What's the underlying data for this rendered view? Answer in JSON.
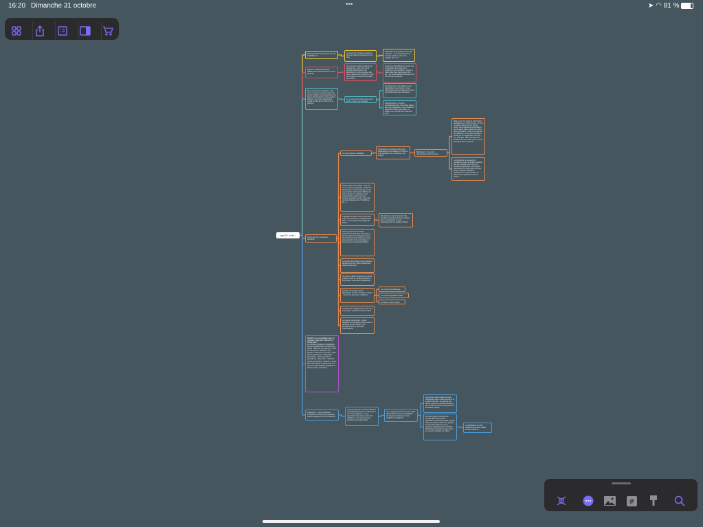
{
  "status_bar": {
    "time": "16:20",
    "date": "Dimanche 31 octobre",
    "battery": "81 %",
    "dots": "•••"
  },
  "colors": {
    "yellow": "#e4bd34",
    "red": "#df4e5c",
    "teal": "#4fb4c0",
    "orange": "#e8894c",
    "purple": "#b455cf",
    "blue": "#4a9bd8",
    "accent": "#7b6cf6"
  },
  "toolbar": {
    "icons": [
      "grid-icon",
      "share-icon",
      "outline-icon",
      "sidebar-icon",
      "cart-icon"
    ]
  },
  "bottom_toolbar": {
    "icons": [
      "focus-icon",
      "more-icon",
      "image-icon",
      "tag-icon",
      "style-brush-icon",
      "search-icon"
    ]
  },
  "map": {
    "root": "ipadOS : enfin !",
    "y1": "Enfin ipadOS a été annoncé lors de la WWDC 19",
    "y2": "Je l'avais dit à plusieurs reprises dans le podcast mais aussi sur le blog",
    "y3": "J'attendais énormément d'une telle annonce... et je craindrai qu'il ne soit pas adopté à plus de la majorité de 6 ans",
    "r1": "Apple se décide enfin à bien différencier l'OS de l'iPhone et l'OS de l'iPad",
    "r2": "Comme je le répète quasiment à chaque fois : pour moi, qui ai déchiré l'abandonner mon MacBook il y a plus de deux ans pour n'utiliser qu'un iPad Pro, pour ma création et ma consommation de contenu",
    "r3": "L'annonce d'ipadOS et de toutes ses nouveautés vont clairement améliorer notre quotidien ; même si j'étais déjà bien équipé avec iOS 12... les nouveautés annoncées sont très bonnes à prendre",
    "t1": "Pour commencer, l'interface a été revue et sur la première page vous pourrez afficher un bureau large, les icônes d'applications mais aussi les widgets ( qui avant apparaissait quand on glissait un doigt vers la gauche)",
    "t2": "Ce nouvel peut-il être perçu grand écran ; mais il y a des deux avantages",
    "t3": "Premièrement : les widgets seront disponibles tout le temps : et les informations qu'ils contiennent seront disponibles bien plus facilement",
    "t4": "Deuxièmement, je trouve qu'esthétiquement, les icônes étaient bien trop espacées, ce qui rendait les pages de l'iPad plutôt vides. La design s'en voit que bien mieux au final",
    "o_main": "Quels sont les nouveautés d'ipadOS",
    "o1": "Un tout nouveau multitâche",
    "o1a": "Auparavant on pouvait mettre deux applications en simultané sur l'iPad et une application en « flottante » par dessus",
    "o1b": "Maintenant : deux gros changements interviennent",
    "o1c": "Déjà on pourra toujours mettre deux applications en même temps. Si vous ne saviez déjà pour l'on pourra mettre deux applications identiques sur le même page ( deux fois notes, deux fois safari...) dans les mains de la multitâche. On va avoir plusieurs prises par une application ouverte, etc. Exemple : aller chercher deux fenêtres de notes dans une vue pour les copier dans une autre.",
    "o1d": "La Deuxième nouveauté de multitâche touche la fenêtre flottante que l'on pouvait mettre comme troisième application ; elle intègre maintenant un mode Split View qui permet d'afficher plusieurs applications en mode flottant et passer très rapidement d'une à l'autre !",
    "o2": "Autres petite nouveautés : mais qui on n'a toujours pas Safari : Safari sur Ipad passe en mode desktop, ce qui va permettre enfin sites d'afficher les sites comme sur ordinateur mais aussi d'utiliser pleinement des services avancés en web des outils en ligne (Google docs, WordPress etc...)",
    "o3": "L'application fichier a été revue pour enfin votre prendre en charge iCloud Drive : ce qui permettra partage de fichier",
    "o3a": "Elle intègre aussi maintenant des fonctions avancées tel que la gestion de la compression et de la décompression de certains fichiers",
    "o4": "Autres grosses nouveautés : certainement celle que j'attendais le plus la gestion du stockage externe. Tous les formats de fichier ne seront pas supportés mais cependant un énorme pas en avant pour l'iPad.",
    "o5": "La gestion des polices personnalisées arrivera enfin sur l'iPad, directement depuis l'App Store",
    "o6": "On pourra utiliser l'iPad avec la souris (même si cela ne semble pas être le cas prévu), mais aussi la plateforme",
    "o7": "Quelles nouveautés seront disponibles sur plus d'écrans en iPad : un jour de rêve pour un iPhone",
    "o7a": "La nouvelle photothèque",
    "o7b": "La nouvelle application Mail",
    "o7c": "Le clavier mode contour",
    "o8": "Le Memoji de l'Apple pencil a été revu à la baisse : passant de 20ms à 9ms",
    "o9": "Le support de la souris : souris bluetooth et USB fait en forme pour la première fois sur l'iPad. Il est principalement un dispositif d'accessibilité",
    "p1_title": "iPadOS sera compatible avec 10 modèles, mais pas l'iPad Air ni l'iPad mini 4",
    "p1_body": "Le nouveau système d'exploitation sera compatible avec 10 références d'iPad : iPad Pro 12,9 pouces ; iPad Pro 11 pouces ; iPad Pro 10,5 pouces ; iPad Pro 9,7 pouces ; iPad (6ème génération) ; iPad (5ème génération) ; iPad mini (5ème génération) ; iPad mini 4 ; iPad Air (3ème génération) ; iPad Air 2. Seuls l'iPad Air original et l'iPad mini 3 ne pourront pas bénéficier d'iPadOS et devront rester sur iOS12.",
    "b1": "Clairement : c'est grandement L'AVANCE À JOUR que j'attendais depuis longtemps sur mon iPad Pro",
    "b2": "Je pense que ça va amener l'iPad et plus spécifiquement le modèle pro à un niveau supérieur ; on se rapprochera de plus en plus d'un ordinateur ; tant en termes de puissance que démocratie",
    "b3": "Je ne regrette pas du tout mon choix d'avoir abandonné mon MacBook pour passer entièrement mon workflow sur iPad Pro",
    "b4": "Et je pense aussi clairement que maintenant que le fossé entre iOS et ipadOS s'est fait : On devrait voir arriver dans les prochaines années ; des fonctions encore mieux plus sur la tablette d'Apple",
    "b5": "Et n'est-ce pas, pourquoi pas l'arrivée dans le futur des applications professionnelles d'Apple telle que Xcode, Finalcut ou logique ; et aussi des éditeurs qui ont certaines applications par d'adobe (Photoshop ) arriveront cette année en version complète sur l'iPad",
    "b6": "CLAIREMENT ÇA NE PRÉSAGE QUE DU BIEN POUR L'IPAD !!!!"
  }
}
